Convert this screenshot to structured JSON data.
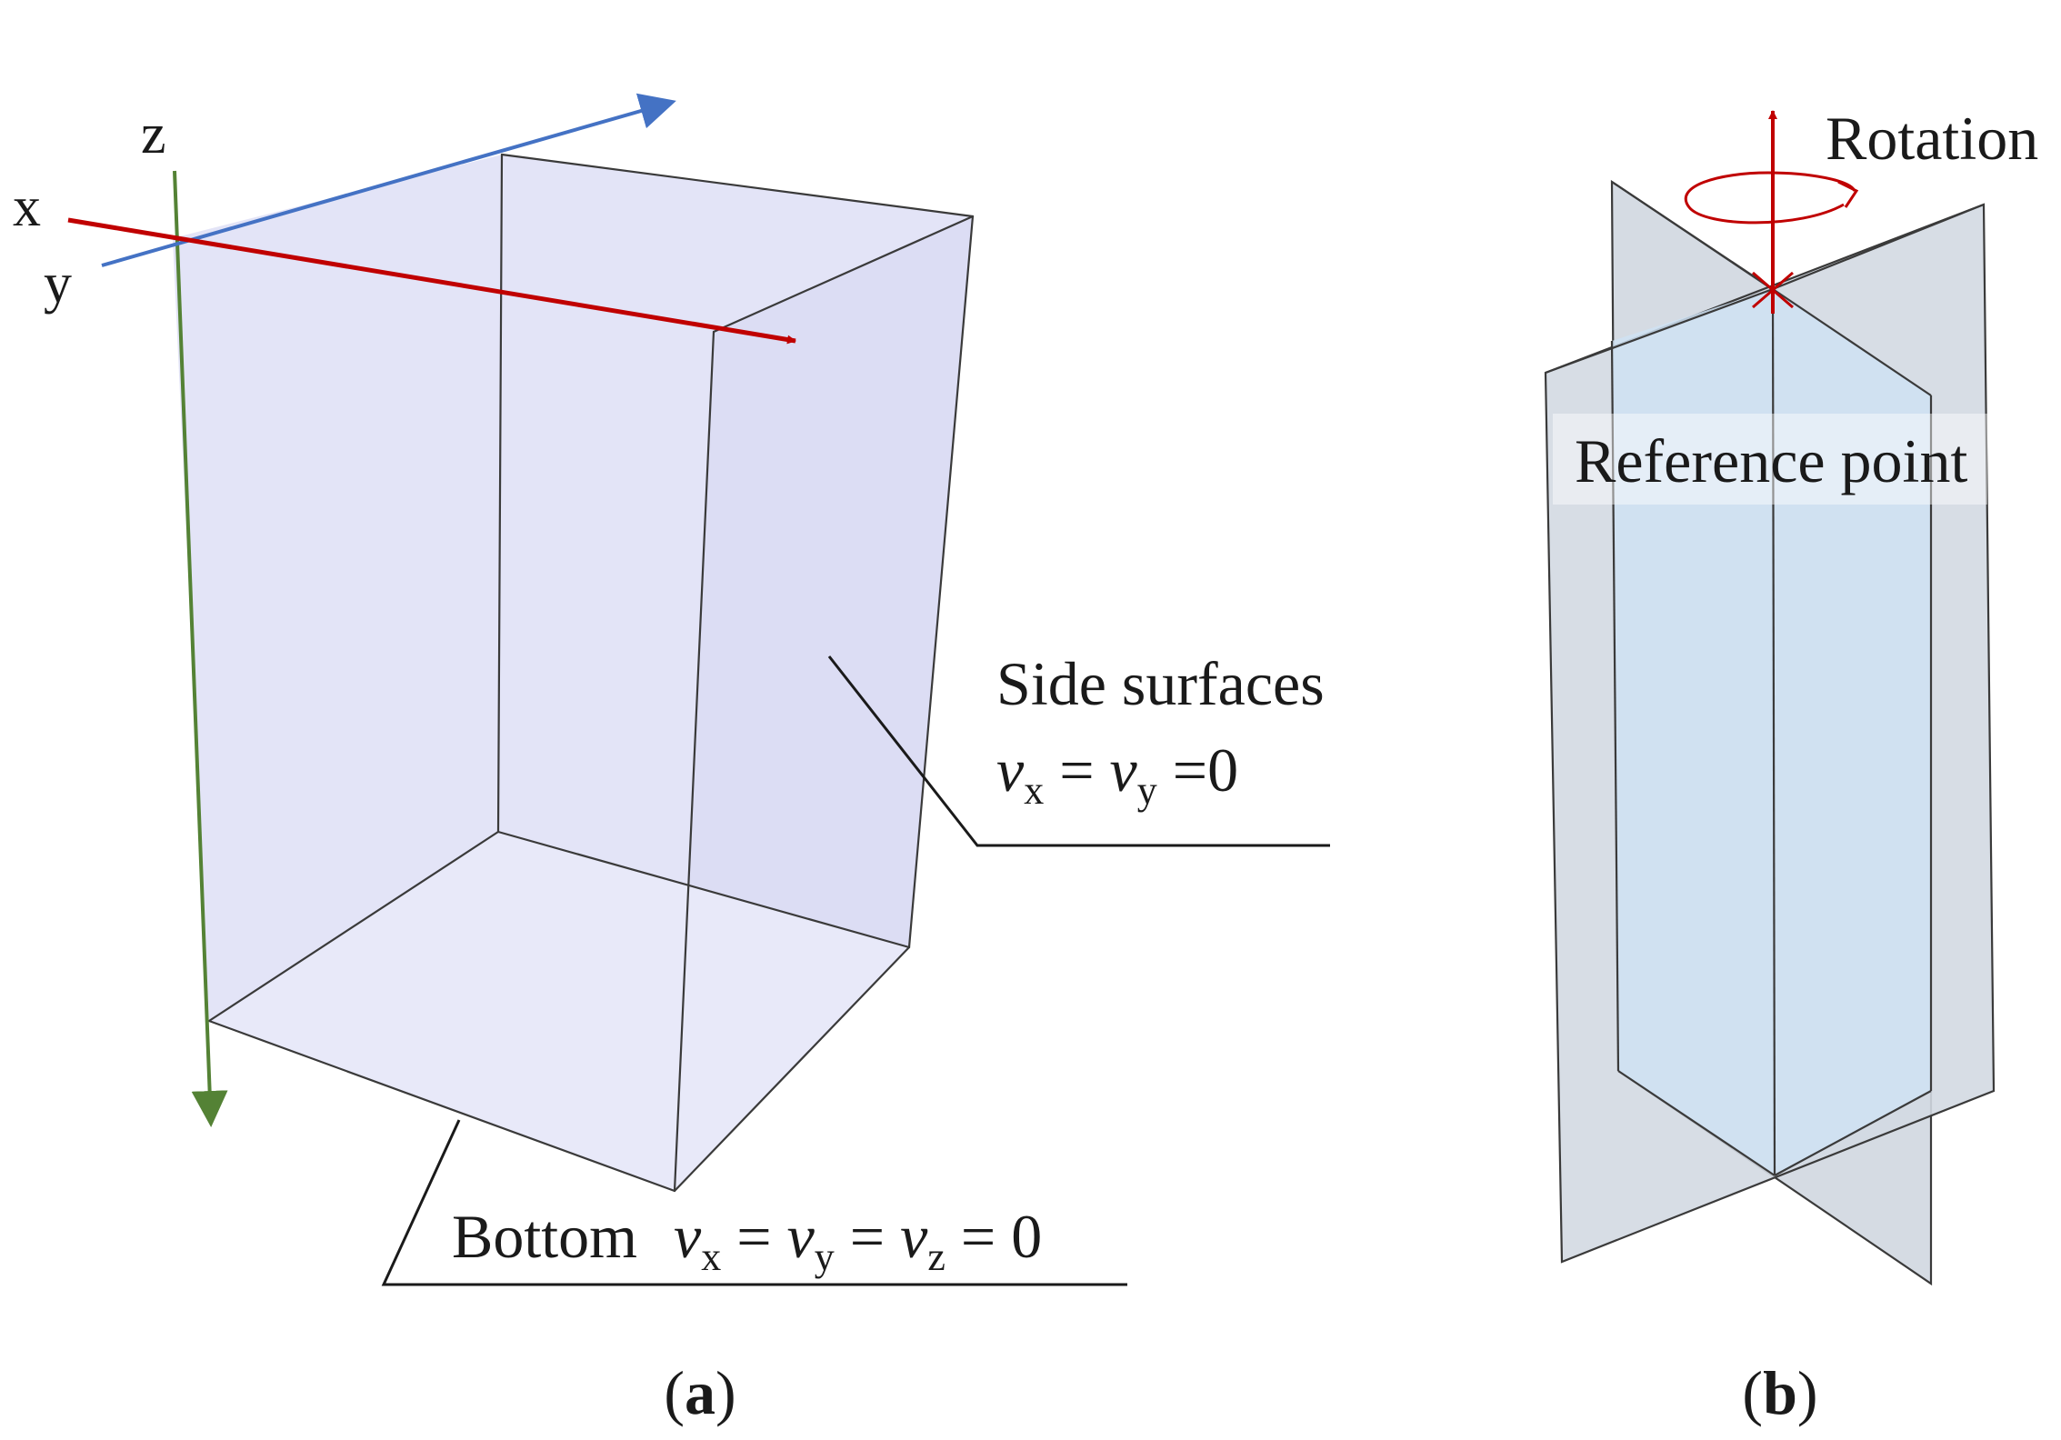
{
  "panel_a": {
    "axes": {
      "x_label": "x",
      "y_label": "y",
      "z_label": "z",
      "x_color": "#c00000",
      "y_color": "#4472c4",
      "z_color": "#548235"
    },
    "box_face_color": "#e3e4f7",
    "side_annotation": {
      "title": "Side surfaces",
      "var1": "v",
      "sub1": "x",
      "eq1": " = ",
      "var2": "v",
      "sub2": "y",
      "eq2": " =0"
    },
    "bottom_annotation": {
      "title": "Bottom",
      "var1": "v",
      "sub1": "x",
      "eq1": " = ",
      "var2": "v",
      "sub2": "y",
      "eq2": " = ",
      "var3": "v",
      "sub3": "z",
      "eq3": " = 0"
    },
    "caption": {
      "open": "(",
      "letter": "a",
      "close": ")"
    }
  },
  "panel_b": {
    "rotation_label": "Rotation",
    "reference_label": "Reference point",
    "rotation_color": "#c00000",
    "plane_color": "#d3d9e2",
    "plane_overlap_color": "#cfe2f3",
    "caption": {
      "open": "(",
      "letter": "b",
      "close": ")"
    }
  }
}
